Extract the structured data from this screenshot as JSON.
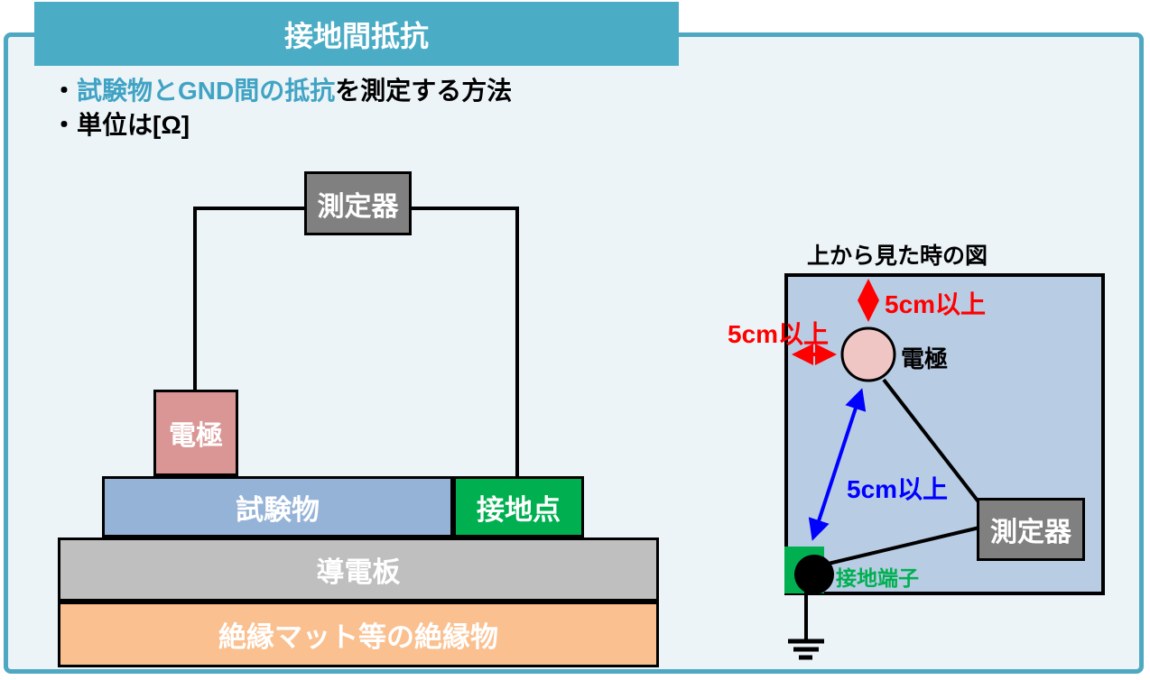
{
  "slide": {
    "title": "接地間抵抗",
    "bullet1": {
      "bullet": "・",
      "highlight": "試験物とGND間の抵抗",
      "rest": "を測定する方法"
    },
    "bullet2": {
      "bullet": "・",
      "rest": "単位は[Ω]"
    }
  },
  "side_view": {
    "meter": "測定器",
    "electrode": "電極",
    "specimen": "試験物",
    "ground_point": "接地点",
    "conductive_plate": "導電板",
    "insulation": "絶縁マット等の絶縁物"
  },
  "top_view": {
    "caption": "上から見た時の図",
    "clearance_top": "5cm以上",
    "clearance_left": "5cm以上",
    "clearance_diag": "5cm以上",
    "electrode": "電極",
    "meter": "測定器",
    "ground_terminal": "接地端子"
  },
  "colors": {
    "accent_teal": "#4BACC6",
    "highlight_text": "#41A3C4",
    "red": "#FF0000",
    "blue": "#0000FF",
    "green": "#00B050",
    "meter_gray": "#808080",
    "plate_gray": "#BFBFBF",
    "specimen_blue": "#95B3D7",
    "floor_blue": "#B8CCE4",
    "electrode_pink": "#D99694",
    "electrode_circle_pink": "#F0C6C4",
    "insulation_orange": "#FAC090",
    "background": "#ECF4F8"
  }
}
